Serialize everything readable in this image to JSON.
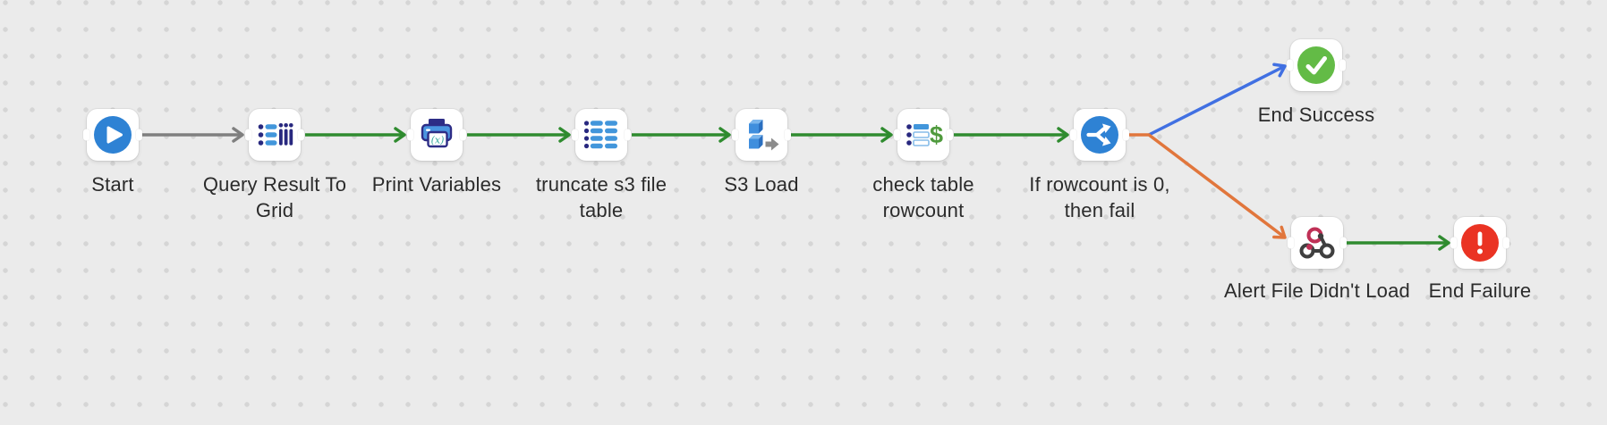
{
  "canvas": {
    "type": "workflow-canvas",
    "background_color": "#ebebeb",
    "grid_dot_color": "#d5d5d5"
  },
  "colors": {
    "edge_gray": "#7f7f7f",
    "edge_green": "#2f8b2f",
    "edge_blue": "#4170e2",
    "edge_orange": "#e1763c",
    "node_blue": "#2e82d4",
    "success_green": "#63bb46",
    "failure_red": "#ea3323",
    "icon_navy": "#28287f",
    "icon_blue": "#4296db",
    "webhook_pink": "#bf3056",
    "dollar_green": "#4f9a3d",
    "label_color": "#2b2b2b"
  },
  "nodes": {
    "start": {
      "label": "Start"
    },
    "query_result_to_grid": {
      "label": "Query Result To\nGrid"
    },
    "print_variables": {
      "label": "Print Variables"
    },
    "truncate_s3_file_table": {
      "label": "truncate s3 file\ntable"
    },
    "s3_load": {
      "label": "S3 Load"
    },
    "check_table_rowcount": {
      "label": "check table\nrowcount"
    },
    "if_rowcount_is_0_then_fail": {
      "label": "If rowcount is 0,\nthen fail"
    },
    "end_success": {
      "label": "End Success"
    },
    "alert_file_didnt_load": {
      "label": "Alert File Didn't Load"
    },
    "end_failure": {
      "label": "End Failure"
    }
  },
  "edges": [
    {
      "from": "start",
      "to": "query_result_to_grid",
      "color": "#7f7f7f"
    },
    {
      "from": "query_result_to_grid",
      "to": "print_variables",
      "color": "#2f8b2f"
    },
    {
      "from": "print_variables",
      "to": "truncate_s3_file_table",
      "color": "#2f8b2f"
    },
    {
      "from": "truncate_s3_file_table",
      "to": "s3_load",
      "color": "#2f8b2f"
    },
    {
      "from": "s3_load",
      "to": "check_table_rowcount",
      "color": "#2f8b2f"
    },
    {
      "from": "check_table_rowcount",
      "to": "if_rowcount_is_0_then_fail",
      "color": "#2f8b2f"
    },
    {
      "from": "if_rowcount_is_0_then_fail",
      "to": "end_success",
      "color": "#4170e2"
    },
    {
      "from": "if_rowcount_is_0_then_fail",
      "to": "alert_file_didnt_load",
      "color": "#e1763c"
    },
    {
      "from": "alert_file_didnt_load",
      "to": "end_failure",
      "color": "#2f8b2f"
    }
  ]
}
